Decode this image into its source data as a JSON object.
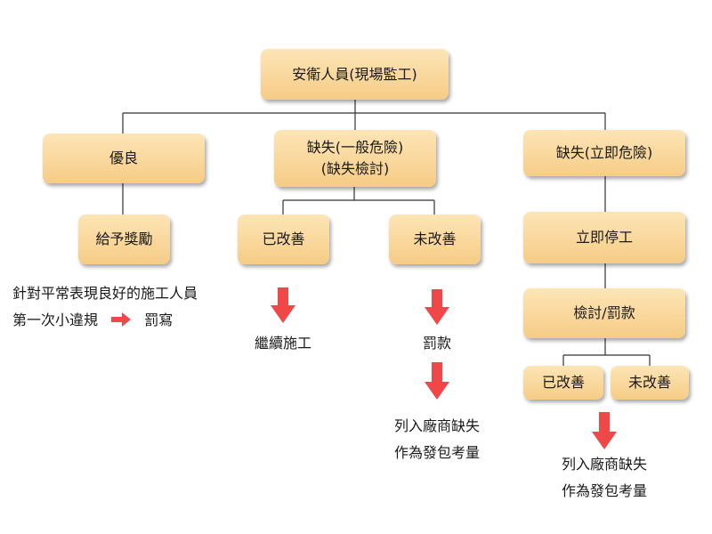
{
  "nodes": {
    "root": "安衛人員(現場監工)",
    "good": "優良",
    "minor_line1": "缺失(一般危險)",
    "minor_line2": "(缺失檢討)",
    "danger": "缺失(立即危險)",
    "reward": "給予獎勵",
    "improved": "已改善",
    "not_improved": "未改善",
    "stop_work": "立即停工",
    "review_fine": "檢討/罰款",
    "improved_2": "已改善",
    "not_improved_2": "未改善"
  },
  "notes": {
    "good_note_line1": "針對平常表現良好的施工人員",
    "good_note_line2_prefix": "第一次小違規",
    "good_note_line2_suffix": "罰寫",
    "continue_work": "繼續施工",
    "fine": "罰款",
    "list_line1": "列入廠商缺失",
    "list_line2": "作為發包考量",
    "list2_line1": "列入廠商缺失",
    "list2_line2": "作為發包考量"
  },
  "colors": {
    "box_top": "#fde5b6",
    "box_bottom": "#f6cc86",
    "arrow": "#f04848",
    "line": "#333333"
  }
}
